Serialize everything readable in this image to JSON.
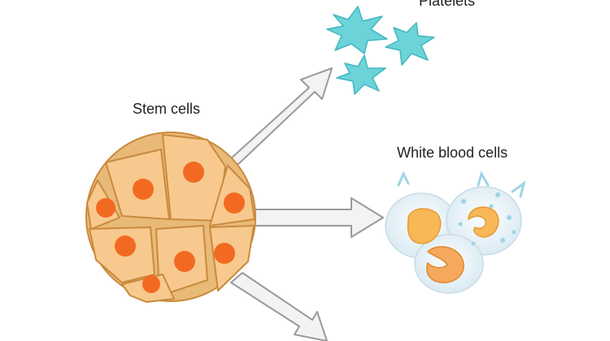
{
  "labels": {
    "platelets": "Platelets",
    "stem_cells": "Stem cells",
    "white_blood_cells": "White blood cells"
  },
  "colors": {
    "cell_fill": "#f7c98e",
    "cell_stroke": "#c98a3e",
    "nucleus": "#f26a21",
    "arrow_fill": "#f3f3f3",
    "arrow_stroke": "#9a9a9a",
    "platelet": "#6cd3d9",
    "wbc_body": "#e8f2f8",
    "wbc_nucleus": "#f9b856"
  }
}
